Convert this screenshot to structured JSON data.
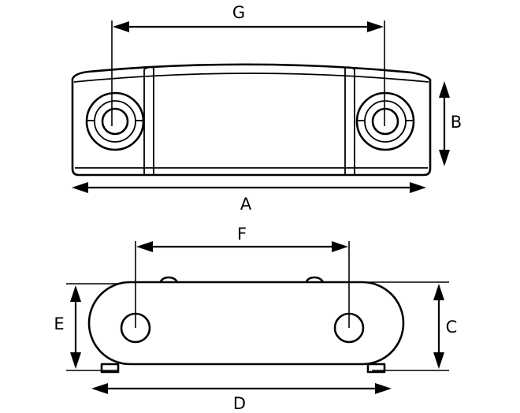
{
  "colors": {
    "stroke": "#000000",
    "background": "#ffffff"
  },
  "top_view": {
    "dimensions": {
      "G": "G",
      "A": "A",
      "B": "B"
    }
  },
  "bottom_view": {
    "dimensions": {
      "F": "F",
      "D": "D",
      "E": "E",
      "C": "C"
    }
  }
}
